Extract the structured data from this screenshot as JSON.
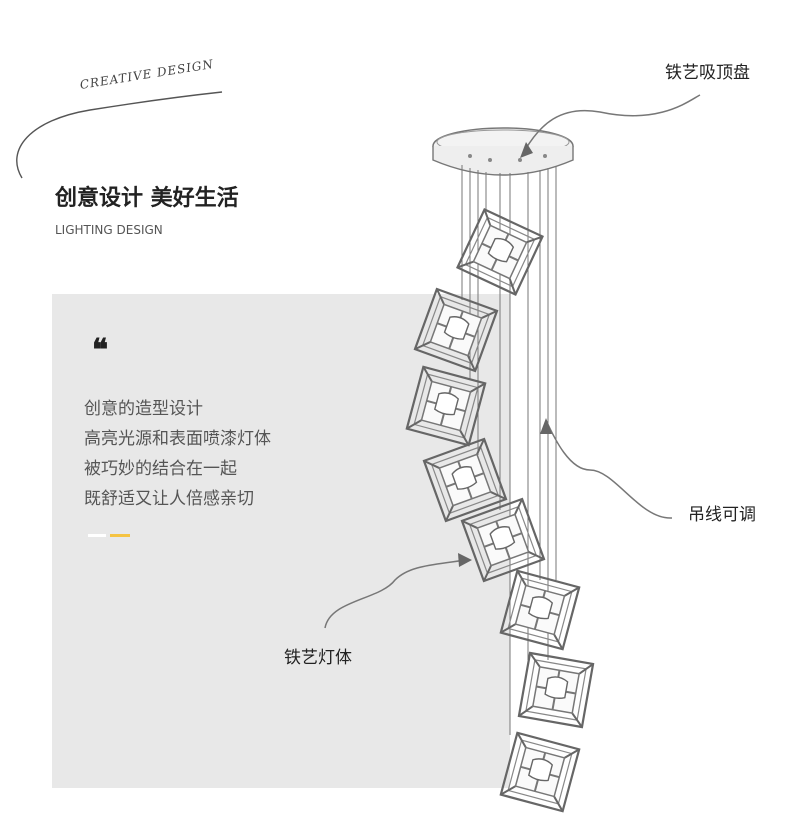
{
  "header": {
    "script_text": "CREATIVE DESIGN",
    "title": "创意设计 美好生活",
    "subtitle": "LIGHTING DESIGN"
  },
  "panel": {
    "quote_mark": "❝",
    "lines": [
      "创意的造型设计",
      "高亮光源和表面喷漆灯体",
      "被巧妙的结合在一起",
      "既舒适又让人倍感亲切"
    ],
    "deco_colors": [
      "#ffffff",
      "#f5c342"
    ]
  },
  "callouts": {
    "ceiling": "铁艺吸顶盘",
    "wire": "吊线可调",
    "body": "铁艺灯体"
  },
  "colors": {
    "panel_bg": "#e8e8e8",
    "accent": "#f5c342",
    "sketch": "#777777"
  }
}
